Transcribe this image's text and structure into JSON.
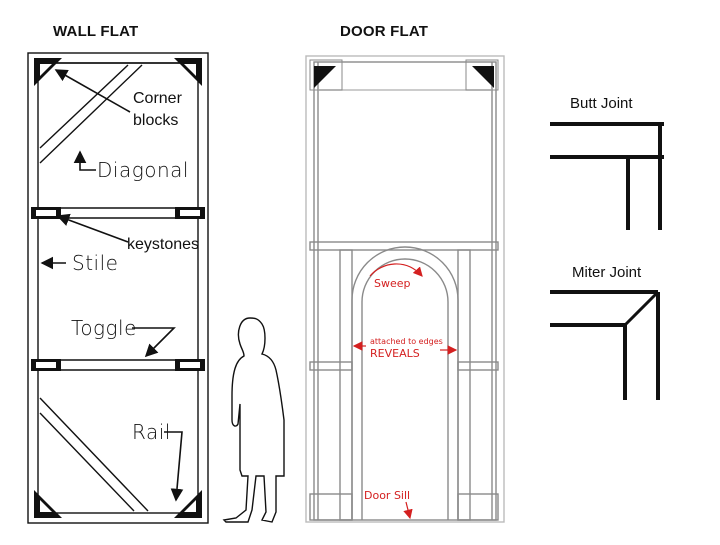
{
  "titles": {
    "wall_flat": "WALL FLAT",
    "door_flat": "DOOR FLAT"
  },
  "wall_flat_labels": {
    "corner_blocks_line1": "Corner",
    "corner_blocks_line2": "blocks",
    "diagonal": "Diagonal",
    "keystones": "keystones",
    "stile": "Stile",
    "toggle": "Toggle",
    "rail": "Rail"
  },
  "door_flat_labels": {
    "sweep": "Sweep",
    "attached_to_edges": "attached to edges",
    "reveals": "REVEALS",
    "door_sill": "Door Sill"
  },
  "joints": {
    "butt_joint": "Butt Joint",
    "miter_joint": "Miter Joint"
  },
  "colors": {
    "line": "#111111",
    "door_frame": "#8a8a8a",
    "annotation_red": "#d42020"
  }
}
